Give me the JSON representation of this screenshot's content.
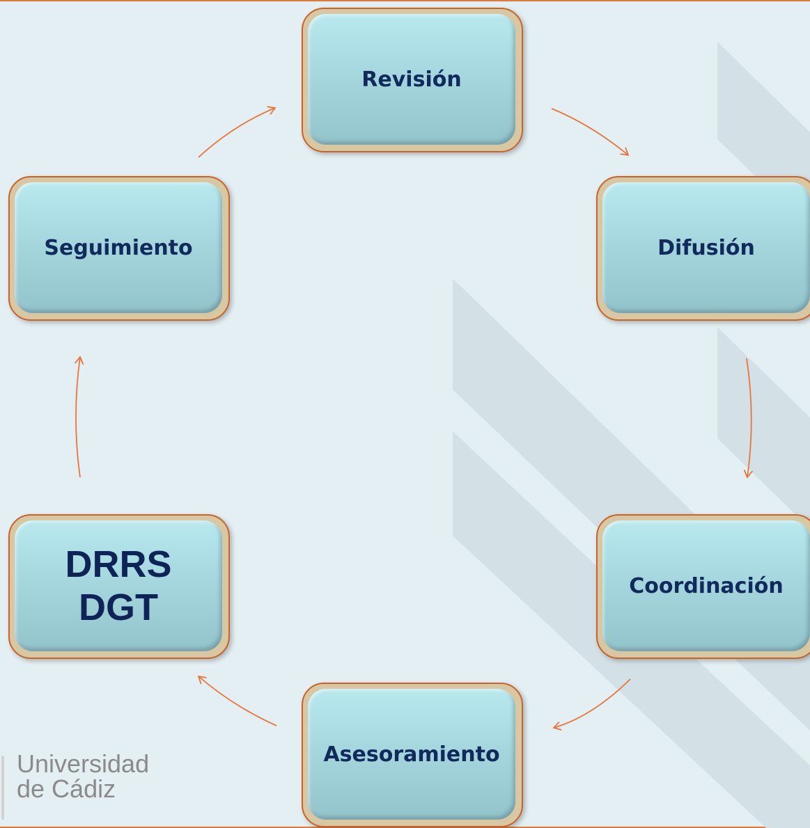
{
  "nodes": {
    "revision": "Revisión",
    "difusion": "Difusión",
    "coordinacion": "Coordinación",
    "asesoramiento": "Asesoramiento",
    "center_line1": "DRRS",
    "center_line2": "DGT",
    "seguimiento": "Seguimiento"
  },
  "logo": {
    "line1": "Universidad",
    "line2": "de Cádiz"
  },
  "colors": {
    "background": "#e4eff3",
    "arrow": "#e8743b",
    "node_border": "#c9632a",
    "node_fill": "#a6d7df",
    "text": "#102a5c"
  }
}
